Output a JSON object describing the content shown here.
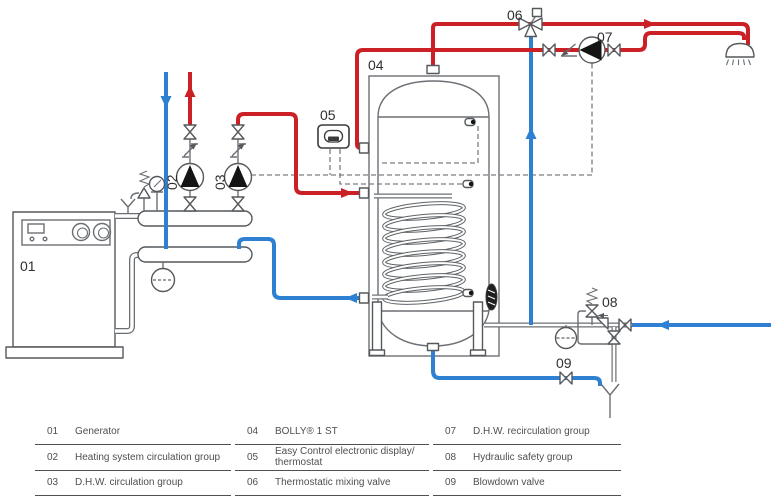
{
  "diagram": {
    "tags": {
      "t01": "01",
      "t02": "02",
      "t03": "03",
      "t04": "04",
      "t05": "05",
      "t06": "06",
      "t07": "07",
      "t08": "08",
      "t09": "09"
    },
    "colors": {
      "hot_water": "#cb2026",
      "cold_water": "#2e81d2",
      "line_gray": "#6b6f73"
    }
  },
  "legend": {
    "col1": [
      {
        "num": "01",
        "desc": "Generator"
      },
      {
        "num": "02",
        "desc": "Heating system circulation group"
      },
      {
        "num": "03",
        "desc": "D.H.W. circulation group"
      }
    ],
    "col2": [
      {
        "num": "04",
        "desc": "BOLLY® 1 ST"
      },
      {
        "num": "05",
        "desc": "Easy Control electronic display/ thermostat"
      },
      {
        "num": "06",
        "desc": "Thermostatic mixing valve"
      }
    ],
    "col3": [
      {
        "num": "07",
        "desc": "D.H.W. recirculation group"
      },
      {
        "num": "08",
        "desc": "Hydraulic safety group"
      },
      {
        "num": "09",
        "desc": "Blowdown valve"
      }
    ]
  }
}
